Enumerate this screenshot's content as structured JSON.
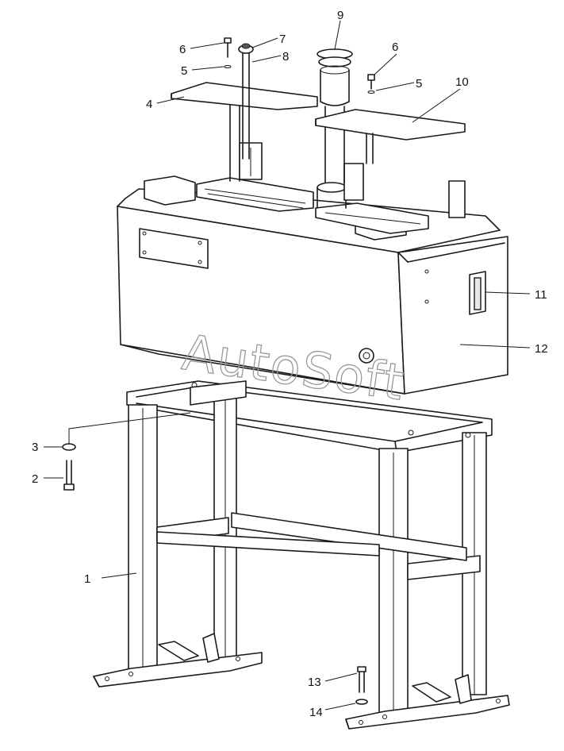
{
  "watermark": "AutoSoft",
  "callouts": [
    {
      "id": "c1",
      "text": "1"
    },
    {
      "id": "c2",
      "text": "2"
    },
    {
      "id": "c3",
      "text": "3"
    },
    {
      "id": "c4",
      "text": "4"
    },
    {
      "id": "c5a",
      "text": "5"
    },
    {
      "id": "c5b",
      "text": "5"
    },
    {
      "id": "c6a",
      "text": "6"
    },
    {
      "id": "c6b",
      "text": "6"
    },
    {
      "id": "c7",
      "text": "7"
    },
    {
      "id": "c8",
      "text": "8"
    },
    {
      "id": "c9",
      "text": "9"
    },
    {
      "id": "c10",
      "text": "10"
    },
    {
      "id": "c11",
      "text": "11"
    },
    {
      "id": "c12",
      "text": "12"
    },
    {
      "id": "c13",
      "text": "13"
    },
    {
      "id": "c14",
      "text": "14"
    }
  ]
}
